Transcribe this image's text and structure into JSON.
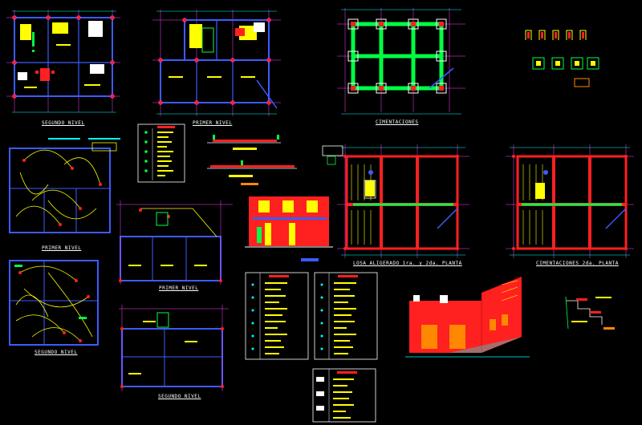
{
  "drawing": {
    "background": "#000000",
    "palette": {
      "wall": "#3d5bff",
      "grid": "#ff40ff",
      "dim": "#00ffff",
      "column": "#ff2020",
      "beam": "#00ff44",
      "text": "#ffff00",
      "white": "#ffffff",
      "orange": "#ff8800"
    },
    "labels": {
      "segundo_nivel_top": "SEGUNDO NIVEL",
      "primer_nivel_top": "PRIMER NIVEL",
      "cimentaciones": "CIMENTACIONES",
      "primer_nivel_elec": "PRIMER NIVEL",
      "segundo_nivel_elec": "SEGUNDO NIVEL",
      "primer_nivel_san": "PRIMER NIVEL",
      "segundo_nivel_san": "SEGUNDO NIVEL",
      "losa_aligerado": "LOSA ALIGERADO 1ra. y 2da. PLANTA",
      "cimentaciones_2da": "CIMENTACIONES 2da. PLANTA"
    }
  }
}
